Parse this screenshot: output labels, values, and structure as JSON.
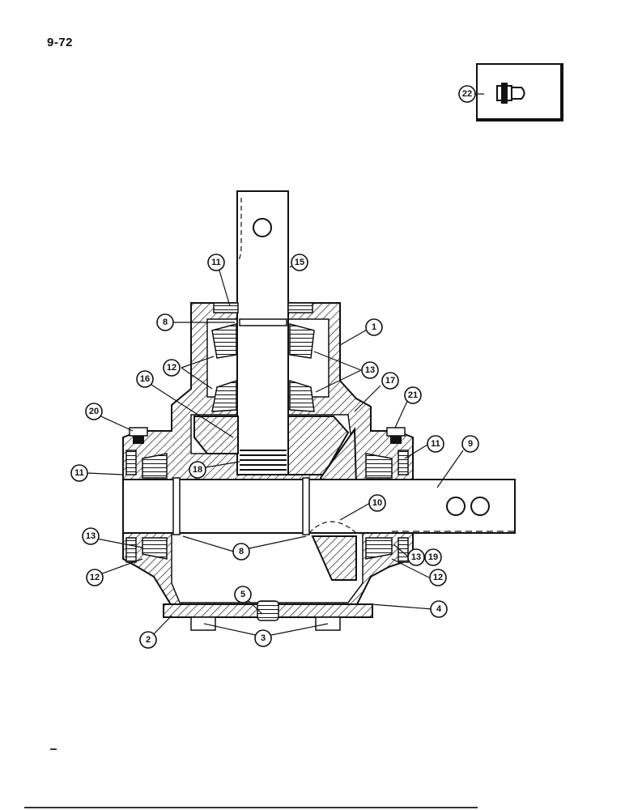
{
  "page": {
    "number": "9-72"
  },
  "inset": {
    "callout": "22",
    "icon": "grease-fitting-icon"
  },
  "callouts": [
    {
      "id": "c1",
      "label": "1"
    },
    {
      "id": "c2",
      "label": "2"
    },
    {
      "id": "c3",
      "label": "3"
    },
    {
      "id": "c4",
      "label": "4"
    },
    {
      "id": "c5",
      "label": "5"
    },
    {
      "id": "c8a",
      "label": "8"
    },
    {
      "id": "c8b",
      "label": "8"
    },
    {
      "id": "c9",
      "label": "9"
    },
    {
      "id": "c10",
      "label": "10"
    },
    {
      "id": "c11a",
      "label": "11"
    },
    {
      "id": "c11b",
      "label": "11"
    },
    {
      "id": "c11c",
      "label": "11"
    },
    {
      "id": "c12a",
      "label": "12"
    },
    {
      "id": "c12b",
      "label": "12"
    },
    {
      "id": "c12c",
      "label": "12"
    },
    {
      "id": "c13a",
      "label": "13"
    },
    {
      "id": "c13b",
      "label": "13"
    },
    {
      "id": "c13c",
      "label": "13"
    },
    {
      "id": "c15",
      "label": "15"
    },
    {
      "id": "c16",
      "label": "16"
    },
    {
      "id": "c17",
      "label": "17"
    },
    {
      "id": "c18",
      "label": "18"
    },
    {
      "id": "c19",
      "label": "19"
    },
    {
      "id": "c20",
      "label": "20"
    },
    {
      "id": "c21",
      "label": "21"
    }
  ]
}
